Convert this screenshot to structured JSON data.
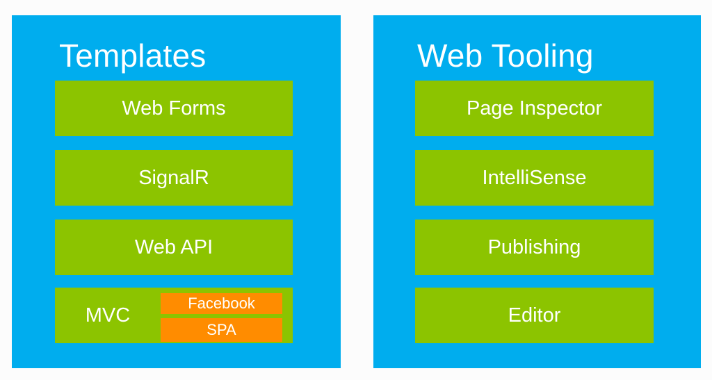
{
  "colors": {
    "background": "#FCFCFC",
    "panel_blue": "#00ADEE",
    "item_green": "#8CC400",
    "subitem_orange": "#FF8C00",
    "text_white": "#FFFFFF"
  },
  "panels": [
    {
      "id": "templates",
      "title": "Templates",
      "items": [
        {
          "label": "Web Forms",
          "subitems": []
        },
        {
          "label": "SignalR",
          "subitems": []
        },
        {
          "label": "Web API",
          "subitems": []
        },
        {
          "label": "MVC",
          "subitems": [
            "Facebook",
            "SPA"
          ]
        }
      ]
    },
    {
      "id": "web-tooling",
      "title": "Web Tooling",
      "items": [
        {
          "label": "Page Inspector",
          "subitems": []
        },
        {
          "label": "IntelliSense",
          "subitems": []
        },
        {
          "label": "Publishing",
          "subitems": []
        },
        {
          "label": "Editor",
          "subitems": []
        }
      ]
    }
  ]
}
